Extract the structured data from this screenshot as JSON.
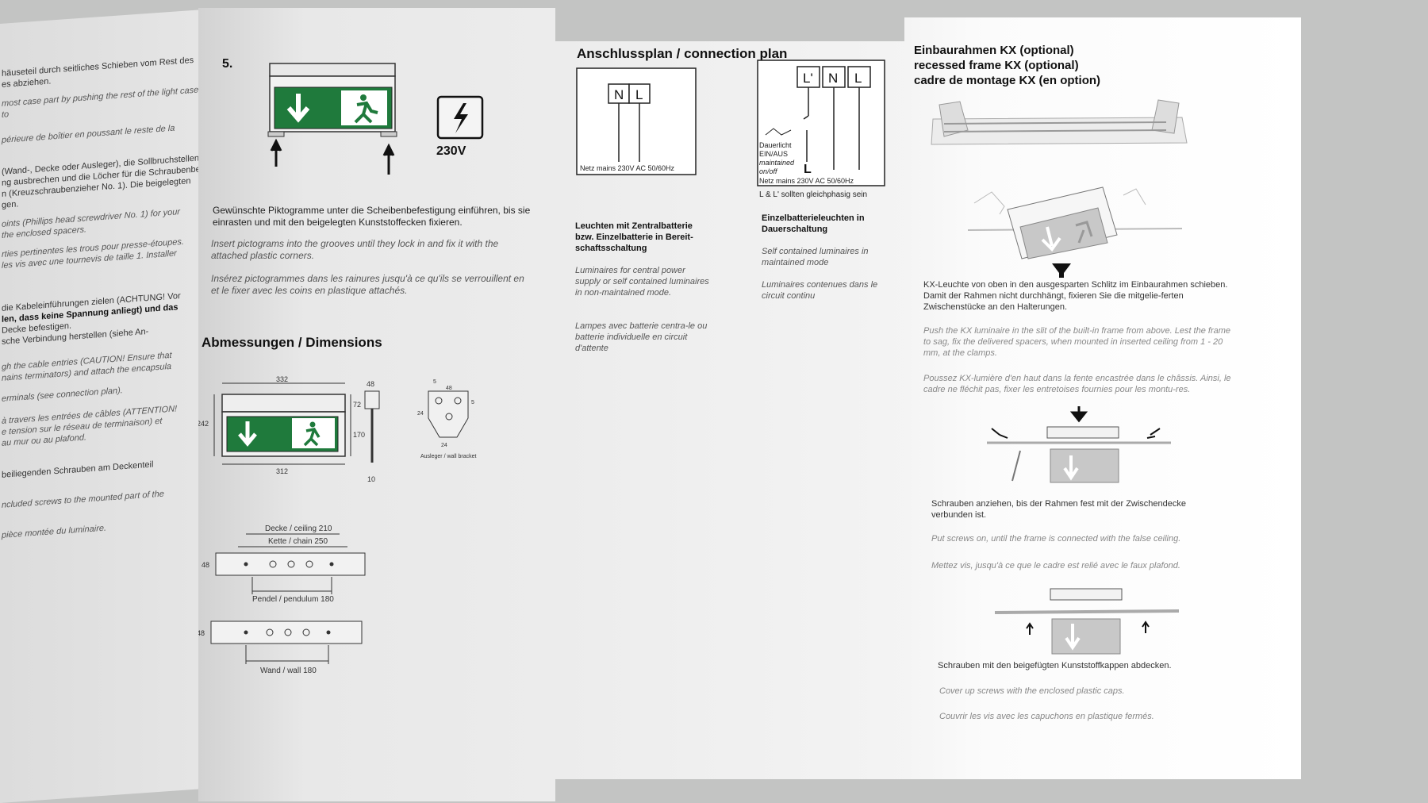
{
  "left_panel": {
    "lines": [
      "häuseteil durch seitliches Schieben vom Rest des",
      "es abziehen.",
      "most case part by pushing the rest of the light case to",
      "périeure de boîtier en poussant le reste de la",
      "(Wand-, Decke oder Ausleger), die Sollbruchstellen",
      "ng ausbrechen und die Löcher für die Schraubenbe-",
      "n (Kreuzschraubenzieher No. 1). Die beigelegten",
      "gen.",
      "oints (Phillips head screwdriver No. 1) for your",
      "the enclosed spacers.",
      "rties pertinentes les trous pour presse-étoupes.",
      "les vis avec une tournevis de taille 1. Installer",
      "die Kabeleinführungen zielen (ACHTUNG! Vor",
      "len, dass keine Spannung anliegt) und das",
      "Decke befestigen.",
      "sche Verbindung herstellen (siehe An-",
      "gh the cable entries (CAUTION! Ensure that",
      "nains terminators) and attach the encapsula",
      "erminals (see connection plan).",
      "à travers les entrées de câbles (ATTENTION!",
      "e tension sur le réseau de terminaison) et",
      "au mur ou au plafond.",
      "beiliegenden Schrauben am Deckenteil",
      "ncluded screws to the mounted part of the",
      "pièce montée du luminaire."
    ]
  },
  "step5": {
    "number": "5.",
    "voltage": "230V",
    "text_de": "Gewünschte Piktogramme unter die Scheibenbefestigung einführen, bis sie einrasten und mit den beigelegten Kunststoffecken fixieren.",
    "text_en": "Insert pictograms into the grooves until they lock in and fix it with the attached plastic corners.",
    "text_fr": "Insérez pictogrammes dans les rainures jusqu'à ce qu'ils se verrouillent en et le fixer avec les coins en plastique attachés."
  },
  "dimensions": {
    "title": "Abmessungen / Dimensions",
    "w332": "332",
    "w312": "312",
    "h242": "242",
    "h170": "170",
    "h72": "72",
    "d48": "48",
    "d10": "10",
    "bracket_labels": [
      "48",
      "24",
      "24",
      "5",
      "5"
    ],
    "bracket_caption": "Ausleger / wall bracket",
    "ceiling": "Decke / ceiling 210",
    "chain": "Kette / chain 250",
    "pendulum": "Pendel / pendulum 180",
    "wall": "Wand / wall 180",
    "d48b": "48",
    "d48c": "48"
  },
  "connection": {
    "title": "Anschlussplan / connection plan",
    "left_terminals": [
      "N",
      "L"
    ],
    "left_mains": "Netz mains 230V AC 50/60Hz",
    "right_terminals": [
      "L'",
      "N",
      "L"
    ],
    "right_switch_label": [
      "Dauerlicht",
      "EIN/AUS",
      "maintained",
      "on/off"
    ],
    "right_L": "L",
    "right_mains": "Netz mains 230V AC 50/60Hz",
    "right_note": "L & L' sollten gleichphasig sein",
    "left_de": "Leuchten mit Zentralbatterie bzw. Einzelbatterie in Bereit-schaftsschaltung",
    "left_en": "Luminaires for central power supply or self contained luminaires in non-maintained mode.",
    "left_fr": "Lampes avec batterie centra-le ou batterie individuelle en circuit d'attente",
    "right_de": "Einzelbatterieleuchten in Dauerschaltung",
    "right_en": "Self contained luminaires in maintained mode",
    "right_fr": "Luminaires contenues dans le circuit continu"
  },
  "recessed": {
    "title_de": "Einbaurahmen KX (optional)",
    "title_en": "recessed frame KX (optional)",
    "title_fr": "cadre de montage KX (en option)",
    "text1_de": "KX-Leuchte von oben in den ausgesparten Schlitz im Einbaurahmen schieben. Damit der Rahmen nicht durchhängt, fixieren Sie die mitgelie-ferten Zwischenstücke an den Halterungen.",
    "text1_en": "Push the KX luminaire in the slit of the built-in frame from above. Lest the frame to sag, fix the delivered spacers, when mounted in inserted ceiling from 1 - 20 mm, at the clamps.",
    "text1_fr": "Poussez KX-lumière d'en haut dans la fente encastrée dans le châssis. Ainsi, le cadre ne fléchit pas, fixer les entretoises fournies pour les montu-res.",
    "text2_de": "Schrauben anziehen, bis der Rahmen fest mit der Zwischendecke verbunden ist.",
    "text2_en": "Put screws on, until the frame is connected with the false ceiling.",
    "text2_fr": "Mettez vis, jusqu'à ce que le cadre est relié avec le faux plafond.",
    "text3_de": "Schrauben mit den beigefügten Kunststoffkappen abdecken.",
    "text3_en": "Cover up screws with the enclosed plastic caps.",
    "text3_fr": "Couvrir les vis avec les capuchons en plastique fermés."
  },
  "colors": {
    "exit_green": "#1f7a3c",
    "text": "#222222"
  }
}
